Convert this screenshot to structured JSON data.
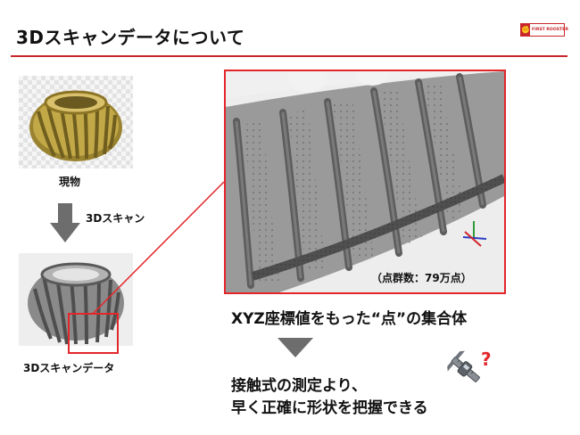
{
  "title": "3Dスキャンデータについて",
  "logo_text": "FIRST ROOSTER",
  "captions": {
    "real": "現物",
    "scan_arrow": "3Dスキャン",
    "scan_data": "3Dスキャンデータ"
  },
  "point_count_label": "（点群数：79万点）",
  "xyz_text": "XYZ座標値をもった“点”の集合体",
  "conclusion": {
    "line1": "接触式の測定より、",
    "line2": "早く正確に形状を把握できる"
  },
  "question_mark": "?",
  "colors": {
    "accent": "#e3262a",
    "header_rule": "#c8262a",
    "arrow_gray": "#6d6d6d",
    "gold": "#b39a3e",
    "scan_gray": "#7a7a7a"
  },
  "icons": [
    "caliper-icon",
    "down-arrow-icon",
    "axis-triad-icon"
  ]
}
